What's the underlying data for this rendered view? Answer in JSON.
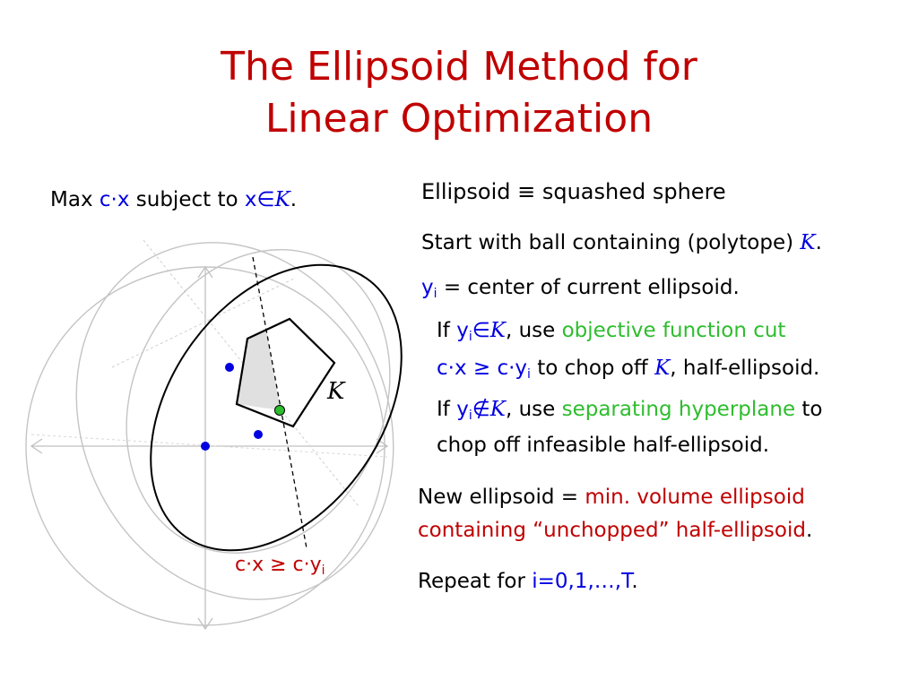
{
  "title": {
    "line1": "The Ellipsoid Method for",
    "line2": "Linear Optimization"
  },
  "problem": {
    "max": "Max ",
    "objective": "c·x",
    "subject_to": " subject to ",
    "var": "x∈",
    "set": "K",
    "period": "."
  },
  "bullets": {
    "ellipsoid_def": "Ellipsoid ≡ squashed sphere",
    "start_pre": "Start with ball containing (polytope) ",
    "start_set": "K",
    "start_post": ".",
    "yi_var": "y",
    "yi_sub": "i",
    "yi_text": " = center of current ellipsoid.",
    "if1_if": "If ",
    "if1_y": "y",
    "if1_sub": "i",
    "if1_in": "∈",
    "if1_set": "K",
    "if1_use": ", use ",
    "if1_cut": "objective function cut",
    "if1_l2_ineq": "c·x ≥ c·y",
    "if1_l2_sub": "i",
    "if1_l2_mid": " to chop off ",
    "if1_l2_set": "K",
    "if1_l2_end": ", half-ellipsoid.",
    "if2_if": "If ",
    "if2_y": "y",
    "if2_sub": "i",
    "if2_notin": "∉",
    "if2_set": "K",
    "if2_use": ", use ",
    "if2_cut": "separating hyperplane",
    "if2_to": " to",
    "if2_l2": "chop off infeasible half-ellipsoid.",
    "new_pre": "New ellipsoid = ",
    "new_red1": "min. volume ellipsoid",
    "new_red2": "containing “unchopped” half-ellipsoid",
    "new_end": ".",
    "repeat_pre": "Repeat for ",
    "repeat_range": "i=0,1,…,T",
    "repeat_end": "."
  },
  "diagram": {
    "polytope_label": "K",
    "cut_label": "c·x ≥ c·y",
    "cut_label_sub": "i"
  },
  "colors": {
    "title": "#c00000",
    "blue": "#0000e0",
    "green": "#2ebd2e",
    "red": "#c00000",
    "ellipse_gray": "#c0c0c0",
    "polytope_fill": "#e0e0e0"
  }
}
